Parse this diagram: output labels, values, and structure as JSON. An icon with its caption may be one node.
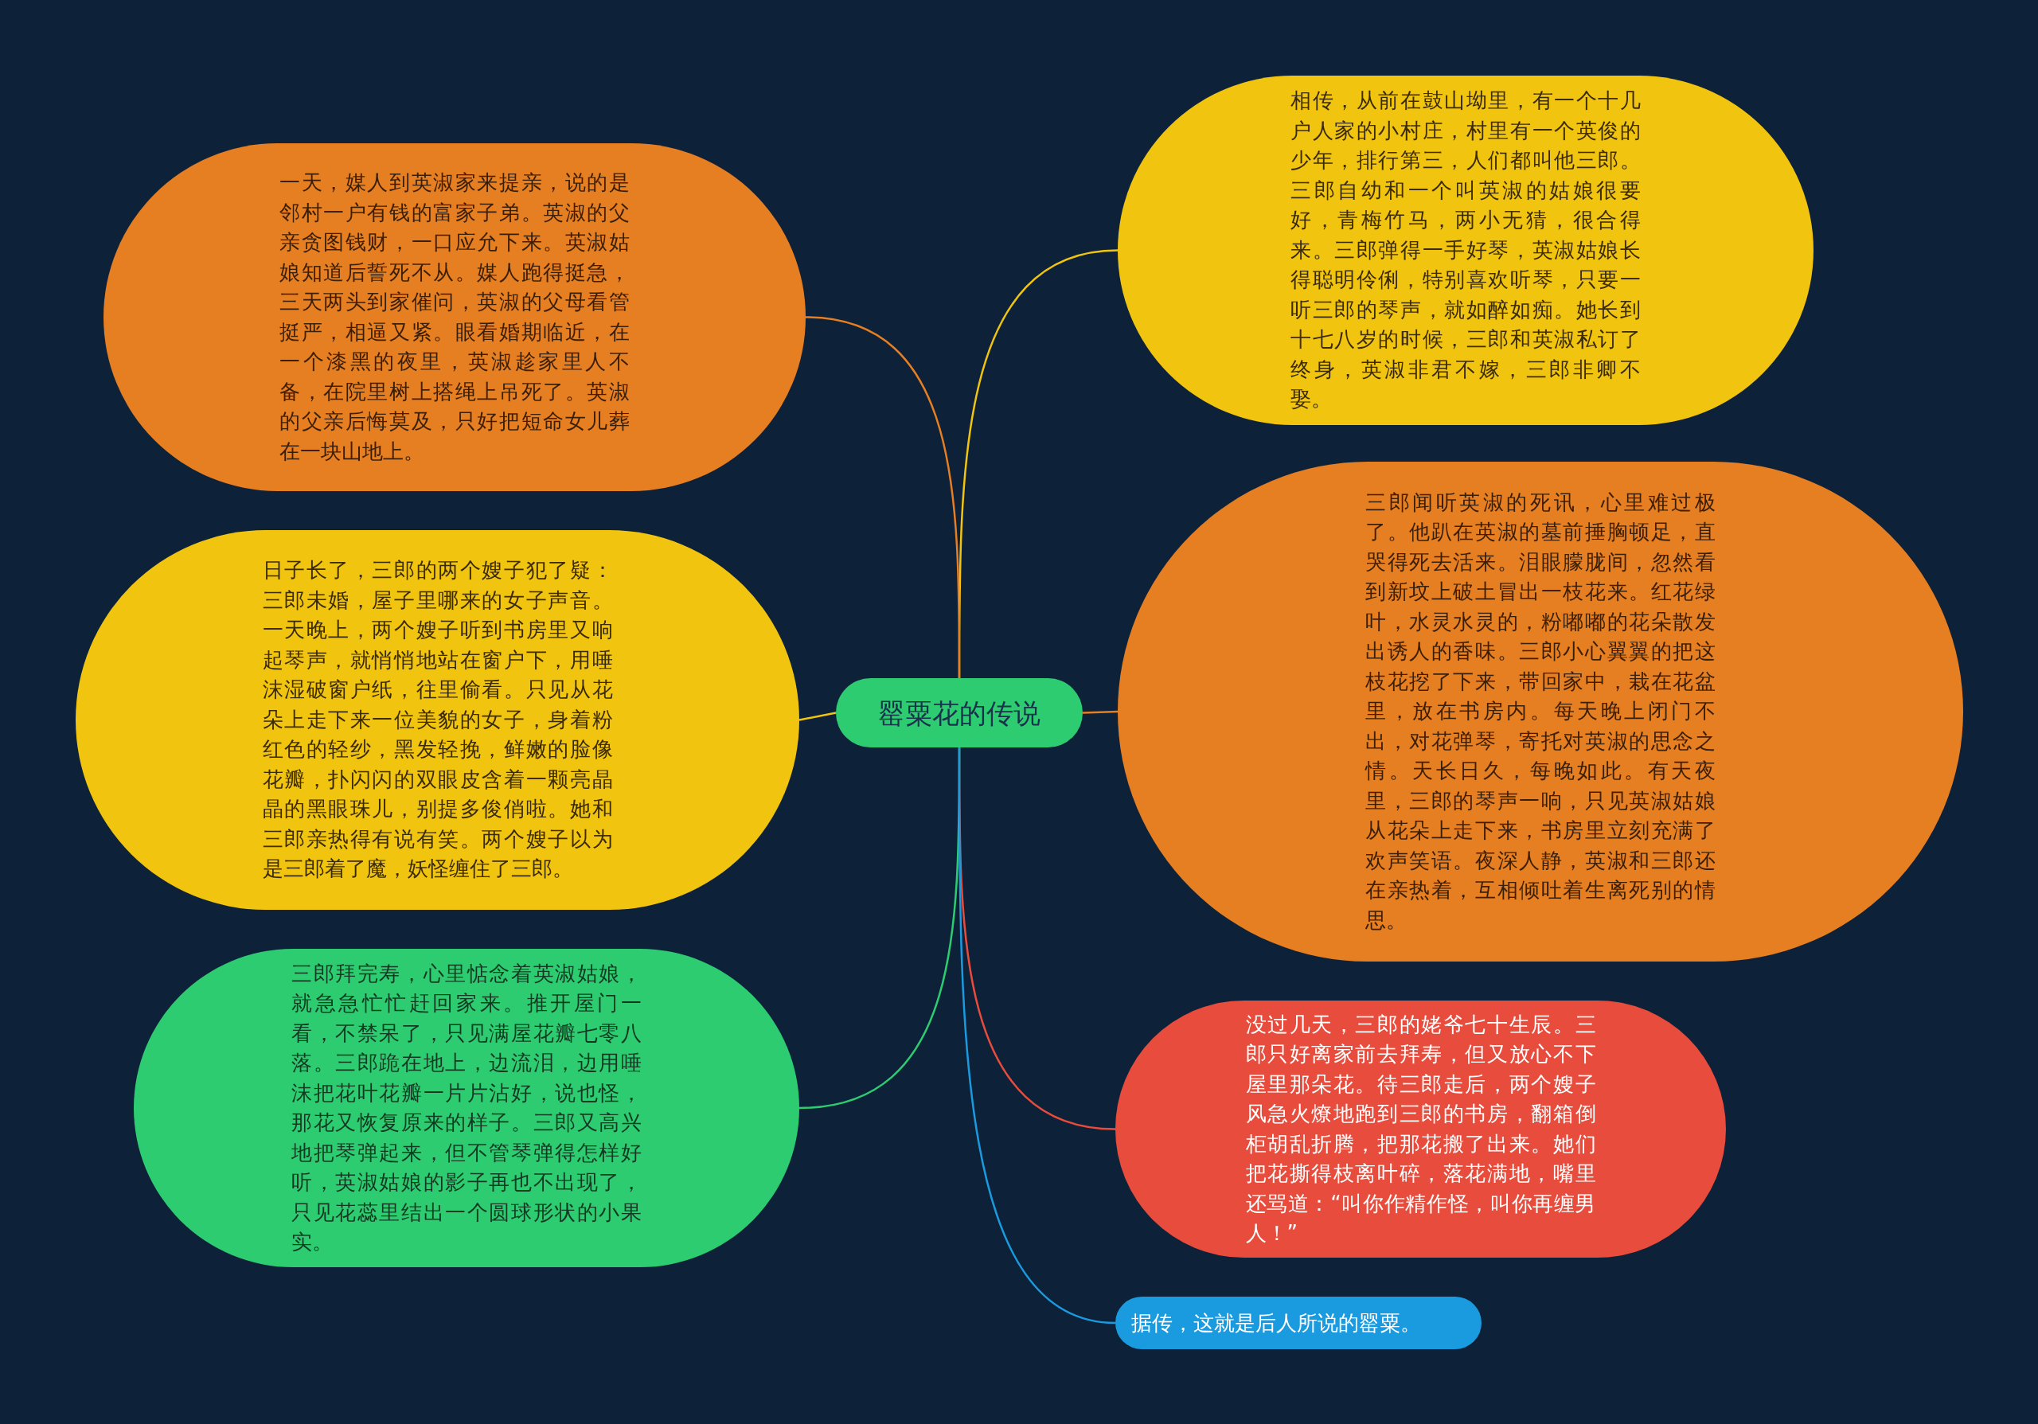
{
  "diagram": {
    "nodes": [
      {
        "text": [
          "罂粟花的传说"
        ]
      },
      {
        "text": [
          "相传，从前在鼓山坳里，有一个十几户人家的小村庄，村里有一个英俊的少年，排行第三，人们都叫他三郎。三郎自幼和一个叫英淑的姑娘很要好，青梅竹马，两小无猜，很合得来。三郎弹得一手好琴，英淑姑娘长得聪明伶俐，特别喜欢听琴，只要一听三郎的琴声，就如醉如痴。她长到十七八岁的时候，三郎和英淑私订了终身，英淑非君不嫁，三郎非卿不娶。"
        ]
      },
      {
        "text": [
          "一天，媒人到英淑家来提亲，说的是邻村一户有钱的富家子弟。英淑的父亲贪图钱财，一口应允下来。英淑姑娘知道后誓死不从。媒人跑得挺急，三天两头到家催问，英淑的父母看管挺严，相逼又紧。眼看婚期临近，在一个漆黑的夜里，英淑趁家里人不备，在院里树上搭绳上吊死了。英淑的父亲后悔莫及，只好把短命女儿葬在一块山地上。"
        ]
      },
      {
        "text": [
          "三郎闻听英淑的死讯，心里难过极了。他趴在英淑的墓前捶胸顿足，直哭得死去活来。泪眼朦胧间，忽然看到新坟上破土冒出一枝花来。红花绿叶，水灵水灵的，粉嘟嘟的花朵散发出诱人的香味。三郎小心翼翼的把这枝花挖了下来，带回家中，栽在花盆里，放在书房内。每天晚上闭门不出，对花弹琴，寄托对英淑的思念之情。天长日久，每晚如此。有天夜里，三郎的琴声一响，只见英淑姑娘从花朵上走下来，书房里立刻充满了欢声笑语。夜深人静，英淑和三郎还在亲热着，互相倾吐着生离死别的情思。"
        ]
      },
      {
        "text": [
          "日子长了，三郎的两个嫂子犯了疑：三郎未婚，屋子里哪来的女子声音。一天晚上，两个嫂子听到书房里又响起琴声，就悄悄地站在窗户下，用唾沫湿破窗户纸，往里偷看。只见从花朵上走下来一位美貌的女子，身着粉红色的轻纱，黑发轻挽，鲜嫩的脸像花瓣，扑闪闪的双眼皮含着一颗亮晶晶的黑眼珠儿，别提多俊俏啦。她和三郎亲热得有说有笑。两个嫂子以为是三郎着了魔，妖怪缠住了三郎。"
        ]
      },
      {
        "text": [
          "没过几天，三郎的姥爷七十生辰。三郎只好离家前去拜寿，但又放心不下屋里那朵花。待三郎走后，两个嫂子风急火燎地跑到三郎的书房，翻箱倒柜胡乱折腾，把那花搬了出来。她们把花撕得枝离叶碎，落花满地，嘴里还骂道：“叫你作精作怪，叫你再缠男人！”"
        ]
      },
      {
        "text": [
          "三郎拜完寿，心里惦念着英淑姑娘，就急急忙忙赶回家来。推开屋门一看，不禁呆了，只见满屋花瓣七零八落。三郎跪在地上，边流泪，边用唾沫把花叶花瓣一片片沾好，说也怪，那花又恢复原来的样子。三郎又高兴地把琴弹起来，但不管琴弹得怎样好听，英淑姑娘的影子再也不出现了，只见花蕊里结出一个圆球形状的小果实。"
        ]
      },
      {
        "text": [
          "据传，这就是后人所说的罂粟。"
        ]
      }
    ],
    "edges": [
      {
        "from": 0,
        "to": 1,
        "arrow": "none",
        "color": "#f1c40f"
      },
      {
        "from": 0,
        "to": 2,
        "arrow": "none",
        "color": "#e67e22"
      },
      {
        "from": 0,
        "to": 3,
        "arrow": "none",
        "color": "#e67e22"
      },
      {
        "from": 0,
        "to": 4,
        "arrow": "none",
        "color": "#f1c40f"
      },
      {
        "from": 0,
        "to": 5,
        "arrow": "none",
        "color": "#e74c3c"
      },
      {
        "from": 0,
        "to": 6,
        "arrow": "none",
        "color": "#2ecc71"
      },
      {
        "from": 0,
        "to": 7,
        "arrow": "none",
        "color": "#1a9be0"
      }
    ]
  }
}
